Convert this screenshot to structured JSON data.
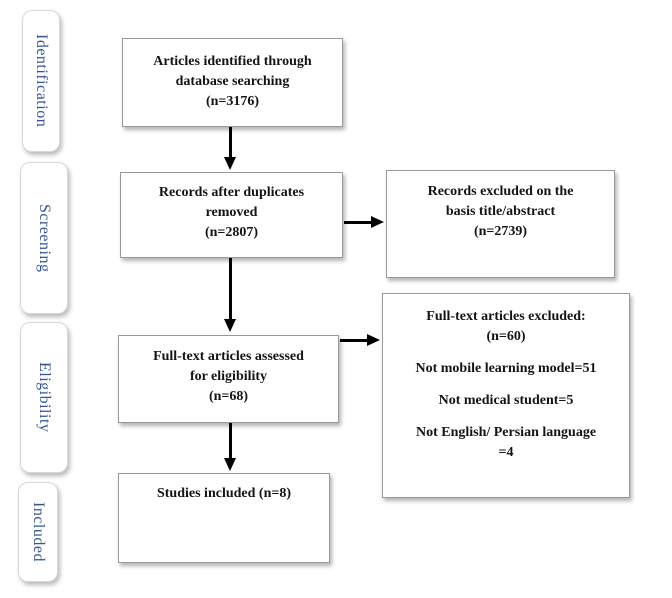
{
  "colors": {
    "stage_text": "#34558F",
    "box_text": "#141414",
    "box_border": "#999999",
    "tab_border": "#d8d8d8",
    "arrow": "#000000"
  },
  "stages": {
    "identification": "Identification",
    "screening": "Screening",
    "eligibility": "Eligibility",
    "included": "Included"
  },
  "boxes": {
    "identified": "Articles identified through\ndatabase searching\n(n=3176)",
    "after_duplicates": "Records after duplicates\nremoved\n(n=2807)",
    "excluded_title_abstract": "Records excluded on the\nbasis title/abstract\n(n=2739)",
    "fulltext_assessed": "Full-text articles assessed\nfor eligibility\n(n=68)",
    "fulltext_excluded": {
      "title": "Full-text articles excluded:\n(n=60)",
      "reasons": [
        "Not mobile learning model=51",
        "Not medical student=5",
        "Not English/ Persian language\n=4"
      ]
    },
    "included_studies": "Studies included (n=8)"
  }
}
